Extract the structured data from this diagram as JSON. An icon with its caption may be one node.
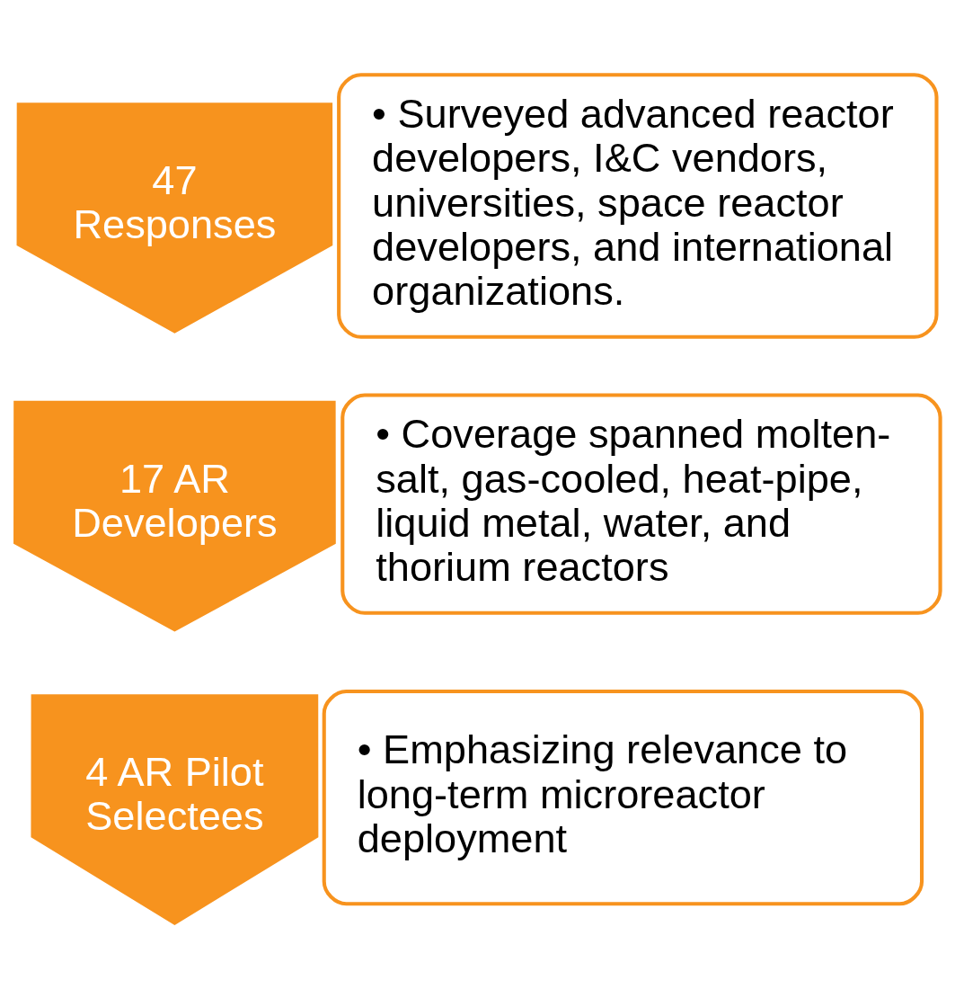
{
  "diagram": {
    "nodes": [
      {
        "text": [
          "47 Responses"
        ]
      },
      {
        "text": [
          "• Surveyed advanced reactor developers, I&C vendors, universities, space reactor developers, and international organizations."
        ]
      },
      {
        "text": [
          "17 AR Developers"
        ]
      },
      {
        "text": [
          "• Coverage spanned molten-salt, gas-cooled, heat-pipe, liquid metal, water, and thorium reactors"
        ]
      },
      {
        "text": [
          "4 AR Pilot Selectees"
        ]
      },
      {
        "text": [
          "• Emphasizing relevance to long-term microreactor deployment"
        ]
      }
    ],
    "edges": []
  }
}
